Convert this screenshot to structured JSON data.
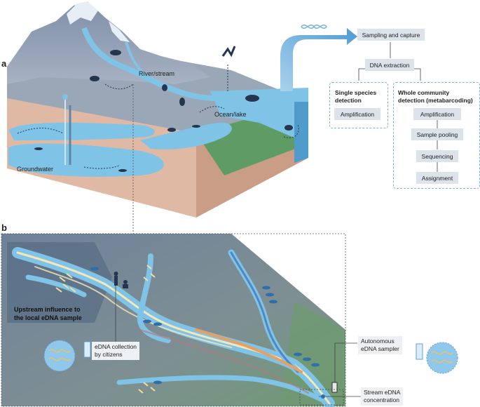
{
  "panels": {
    "a": "a",
    "b": "b"
  },
  "panel_a": {
    "labels": {
      "river_stream": "River/stream",
      "ocean_lake": "Ocean/lake",
      "groundwater": "Groundwater"
    },
    "workflow": {
      "sampling": "Sampling and capture",
      "dna_extraction": "DNA extraction",
      "single_species": {
        "title_line1": "Single species",
        "title_line2": "detection",
        "step": "Amplification"
      },
      "whole_community": {
        "title_line1": "Whole community",
        "title_line2": "detection (metabarcoding)",
        "steps": [
          "Amplification",
          "Sample pooling",
          "Sequencing",
          "Assignment"
        ]
      }
    }
  },
  "panel_b": {
    "upstream_line1": "Upstream influence to",
    "upstream_line2": "the local eDNA sample",
    "edna_collection_line1": "eDNA collection",
    "edna_collection_line2": "by citizens",
    "autonomous_line1": "Autonomous",
    "autonomous_line2": "eDNA sampler",
    "stream_line1": "Stream eDNA",
    "stream_line2": "concentration"
  },
  "colors": {
    "water": "#6fb8e0",
    "mountain": "#8a9cb4",
    "soil": "#d9b59f",
    "grass": "#5f9b64",
    "box": "#dde3ea",
    "dash": "#7fb4d8"
  }
}
